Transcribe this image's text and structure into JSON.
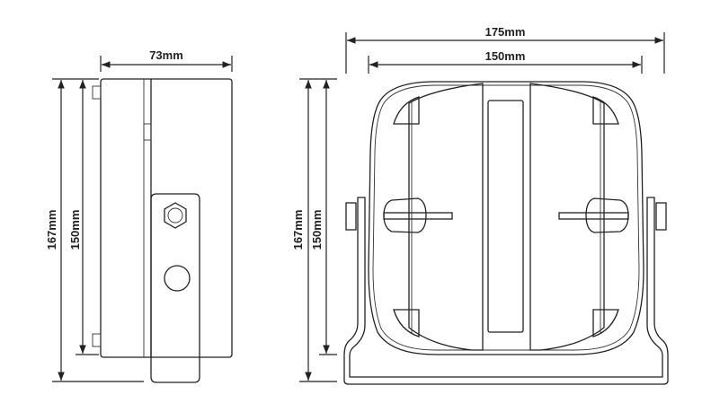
{
  "side_view": {
    "width_label": "73mm",
    "overall_height_label": "167mm",
    "body_height_label": "150mm"
  },
  "front_view": {
    "overall_width_label": "175mm",
    "body_width_label": "150mm",
    "overall_height_label": "167mm",
    "body_height_label": "150mm"
  },
  "colors": {
    "line": "#222222",
    "background": "#ffffff"
  }
}
